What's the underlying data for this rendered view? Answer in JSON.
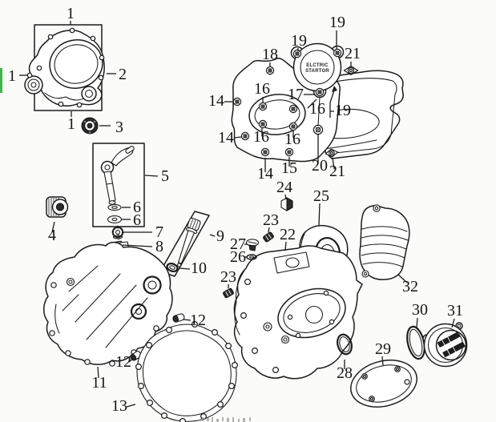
{
  "page": {
    "background": "#fbfbfa",
    "ink": "#1b1b1b",
    "scan_artifact_color": "#3fb549"
  },
  "starter_cover": {
    "line1": "ELCTRIC",
    "line2": "STARTOR"
  },
  "callouts": {
    "c1a": "1",
    "c1b": "1",
    "c1c": "1",
    "c2": "2",
    "c3": "3",
    "c4": "4",
    "c5": "5",
    "c6a": "6",
    "c6b": "6",
    "c7": "7",
    "c8": "8",
    "c9": "9",
    "c10": "10",
    "c11": "11",
    "c12a": "12",
    "c12b": "12",
    "c13": "13",
    "c14a": "14",
    "c14b": "14",
    "c14c": "14",
    "c15": "15",
    "c16a": "16",
    "c16b": "16",
    "c16c": "16",
    "c16d": "16",
    "c17": "17",
    "c18": "18",
    "c19a": "19",
    "c19b": "19",
    "c19c": "19",
    "c20": "20",
    "c21a": "21",
    "c21b": "21",
    "c22": "22",
    "c23a": "23",
    "c23b": "23",
    "c24": "24",
    "c25": "25",
    "c26": "26",
    "c27": "27",
    "c28": "28",
    "c29": "29",
    "c30": "30",
    "c31": "31",
    "c32": "32"
  }
}
